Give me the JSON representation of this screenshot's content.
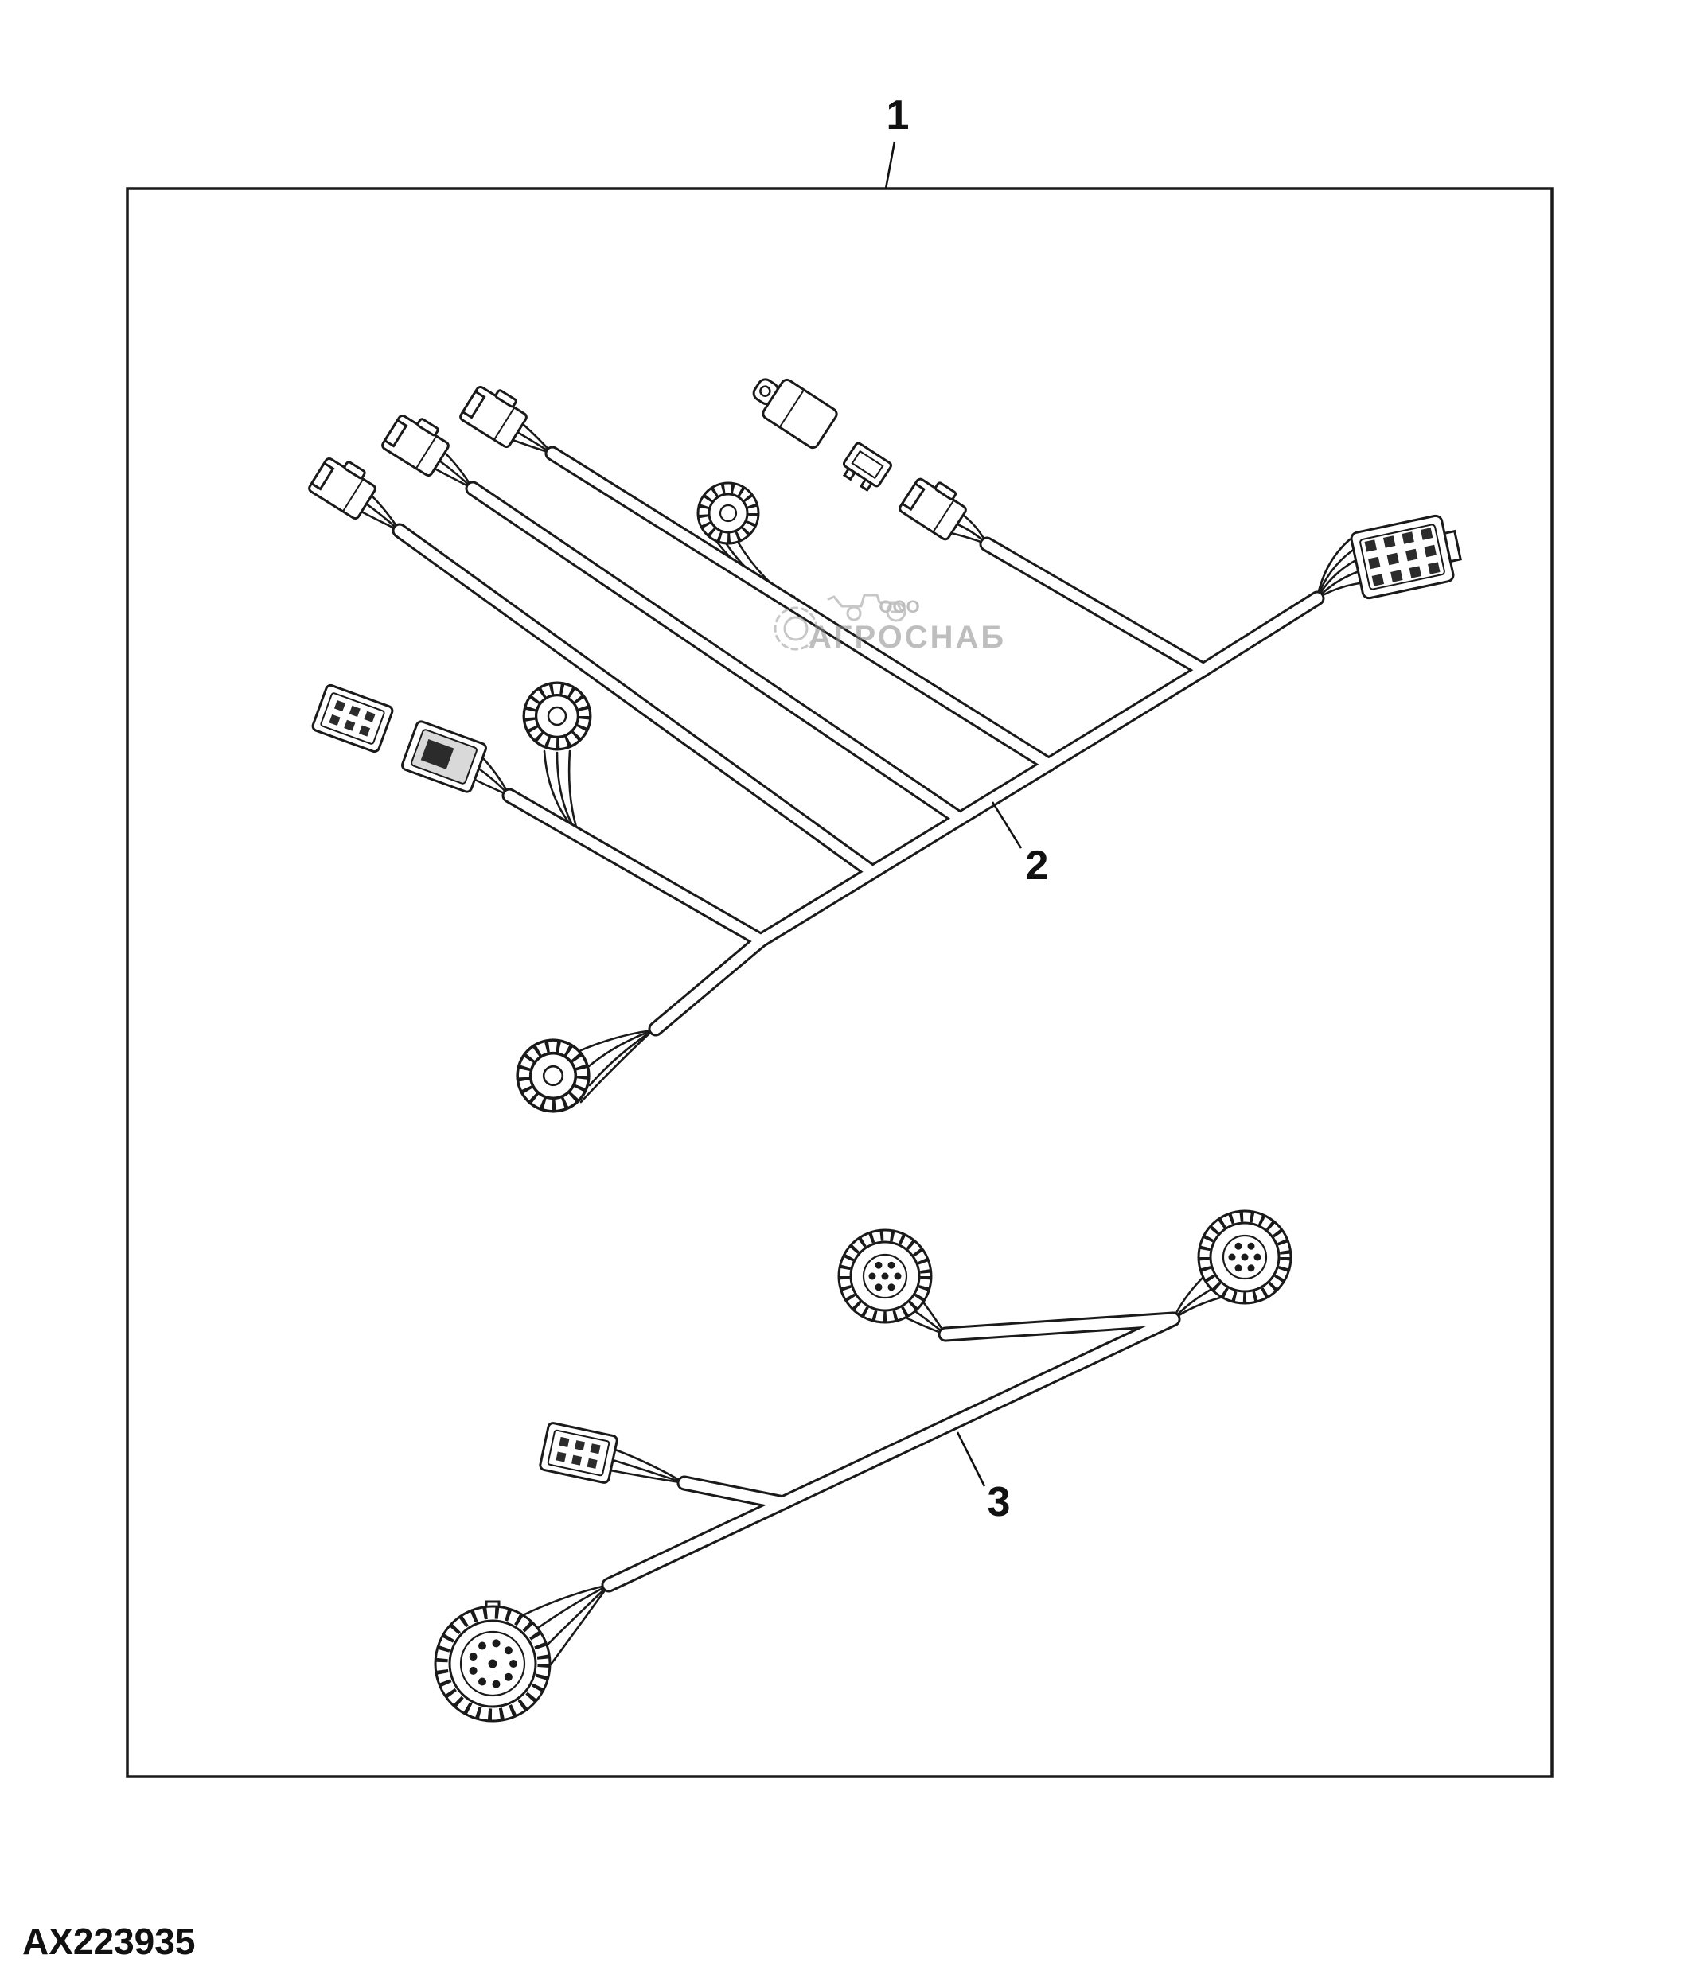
{
  "figure": {
    "callouts": [
      "1",
      "2",
      "3"
    ],
    "part_code": "AX223935",
    "watermark": {
      "line1": "ООО",
      "line2": "АГРОСНАБ"
    },
    "colors": {
      "line": "#1a1a1a",
      "background": "#ffffff",
      "watermark": "#8a8a8a"
    }
  }
}
